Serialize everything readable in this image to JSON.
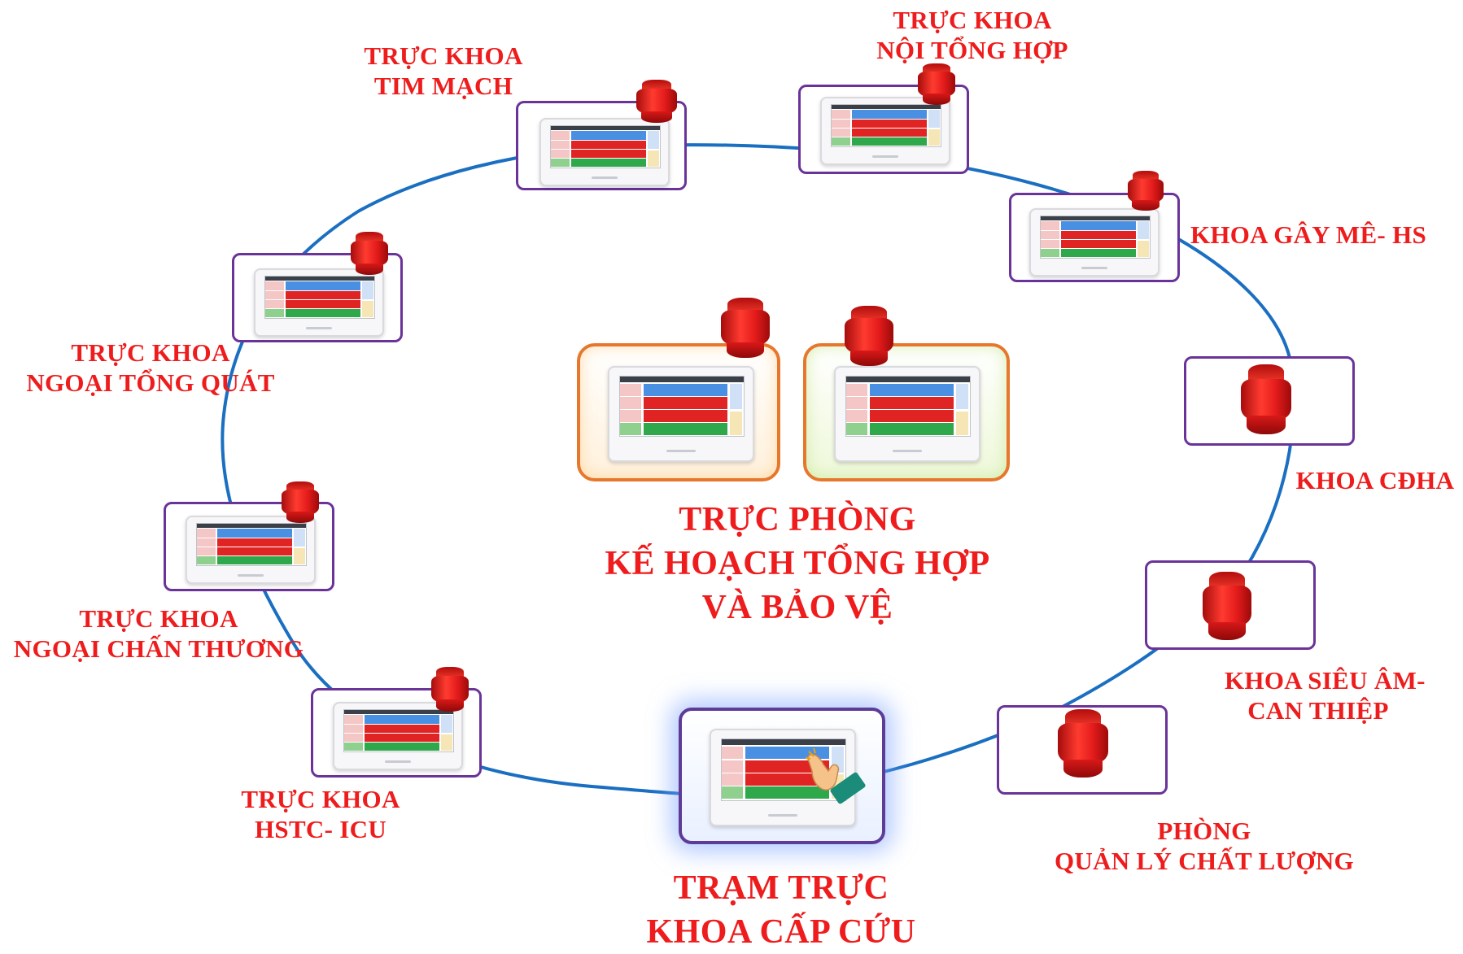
{
  "diagram": {
    "center": {
      "lines": [
        "TRỰC PHÒNG",
        "KẾ HOẠCH TỔNG HỢP",
        "VÀ BẢO VỆ"
      ]
    },
    "emergency_station": {
      "lines": [
        "TRẠM TRỰC",
        "KHOA CẤP CỨU"
      ]
    },
    "nodes": [
      {
        "key": "tim-mach",
        "lines": [
          "TRỰC KHOA",
          "TIM MẠCH"
        ]
      },
      {
        "key": "noi-tong-hop",
        "lines": [
          "TRỰC KHOA",
          "NỘI TỔNG HỢP"
        ]
      },
      {
        "key": "gay-me",
        "lines": [
          "KHOA GÂY MÊ- HS"
        ]
      },
      {
        "key": "cdha",
        "lines": [
          "KHOA CĐHA"
        ]
      },
      {
        "key": "sieu-am",
        "lines": [
          "KHOA SIÊU ÂM-",
          "CAN THIỆP"
        ]
      },
      {
        "key": "quan-ly-chat-luong",
        "lines": [
          "PHÒNG",
          "QUẢN LÝ CHẤT LƯỢNG"
        ]
      },
      {
        "key": "hstc-icu",
        "lines": [
          "TRỰC KHOA",
          "HSTC- ICU"
        ]
      },
      {
        "key": "ngoai-chan-thuong",
        "lines": [
          "TRỰC KHOA",
          "NGOẠI CHẤN THƯƠNG"
        ]
      },
      {
        "key": "ngoai-tong-quat",
        "lines": [
          "TRỰC KHOA",
          "NGOẠI TỔNG QUÁT"
        ]
      }
    ],
    "colors": {
      "label": "#ee1c1c",
      "ring_line": "#1a6fc1",
      "node_border": "#6a3399",
      "center_border": "#e6772d",
      "siren": "#e31b1b"
    },
    "icons": {
      "device": "intercom-tablet-icon",
      "alarm": "siren-icon",
      "touch": "hand-touch-icon"
    }
  }
}
